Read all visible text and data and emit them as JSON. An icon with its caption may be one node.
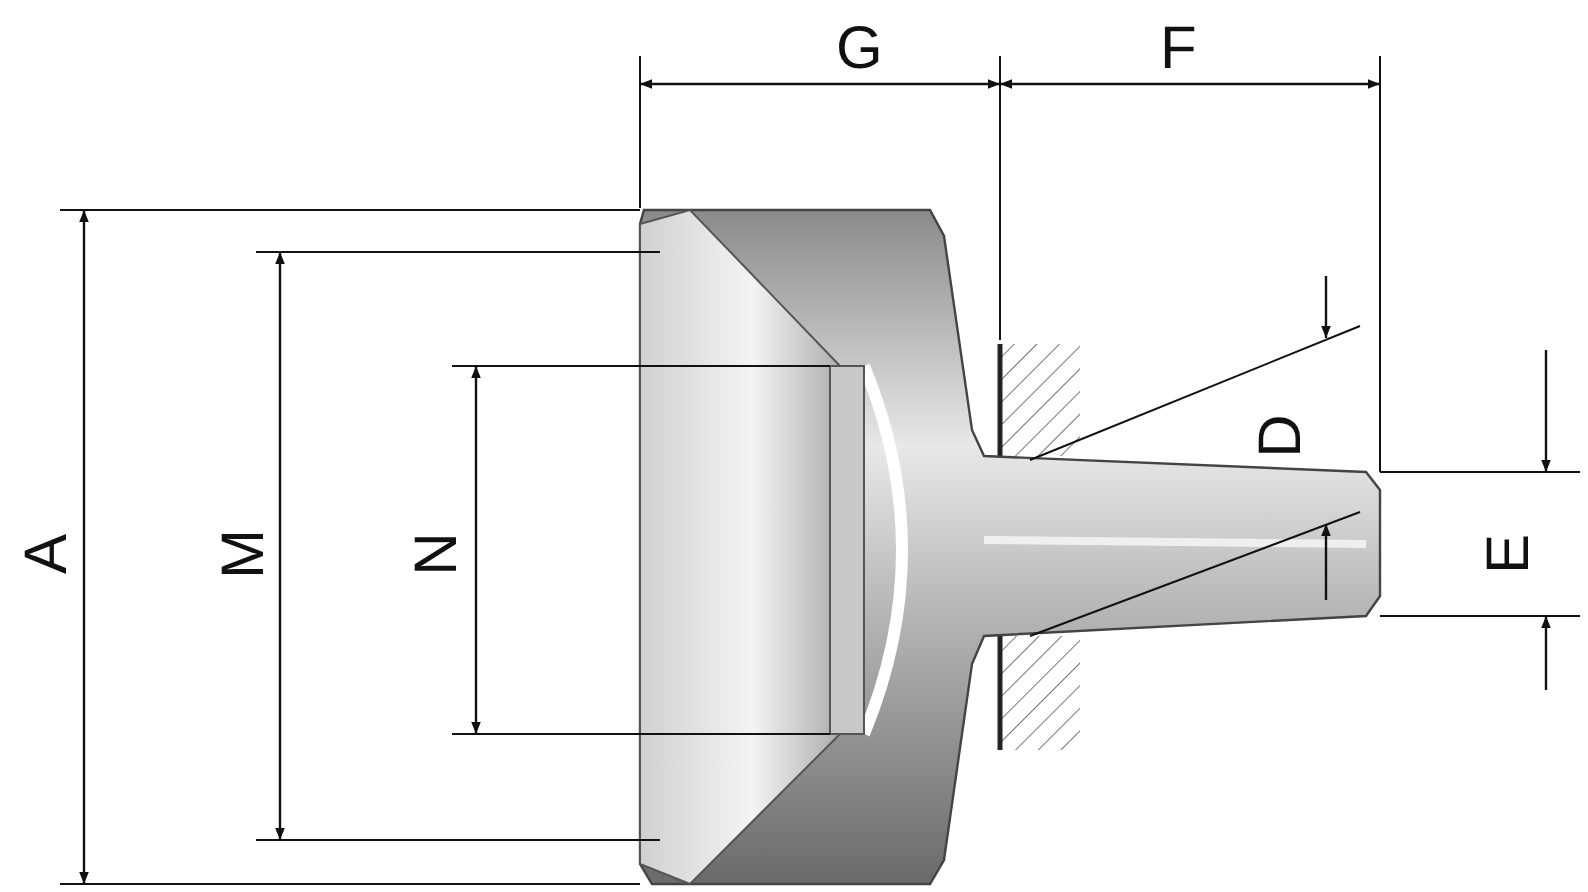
{
  "diagram": {
    "labels": [
      "G",
      "F",
      "A",
      "M",
      "N",
      "D",
      "E"
    ]
  }
}
